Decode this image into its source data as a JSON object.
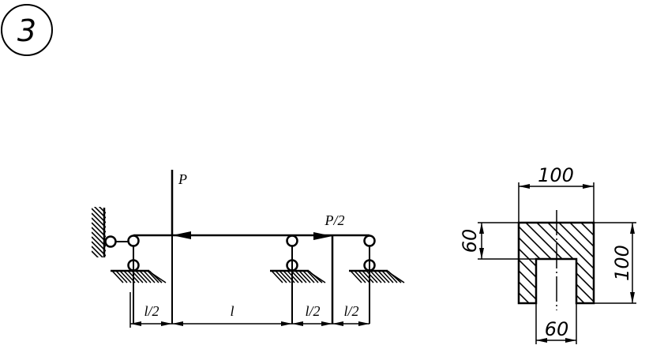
{
  "problem": {
    "number": "3"
  },
  "beam": {
    "load_main": "P",
    "load_secondary": "P/2",
    "spans": [
      "l/2",
      "l",
      "l/2",
      "l/2"
    ]
  },
  "section": {
    "top_width": "100",
    "height": "100",
    "flange_thickness": "60",
    "slot_width": "60"
  },
  "colors": {
    "ink": "#000000",
    "background": "#ffffff"
  }
}
